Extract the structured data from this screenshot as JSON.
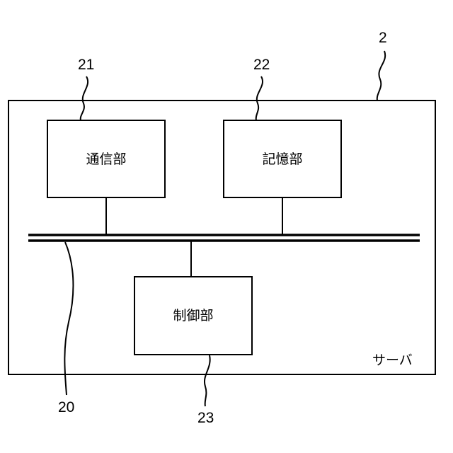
{
  "diagram": {
    "server": {
      "ref": "2",
      "label": "サーバ"
    },
    "bus": {
      "ref": "20"
    },
    "communication_unit": {
      "ref": "21",
      "label": "通信部"
    },
    "storage_unit": {
      "ref": "22",
      "label": "記憶部"
    },
    "control_unit": {
      "ref": "23",
      "label": "制御部"
    }
  }
}
